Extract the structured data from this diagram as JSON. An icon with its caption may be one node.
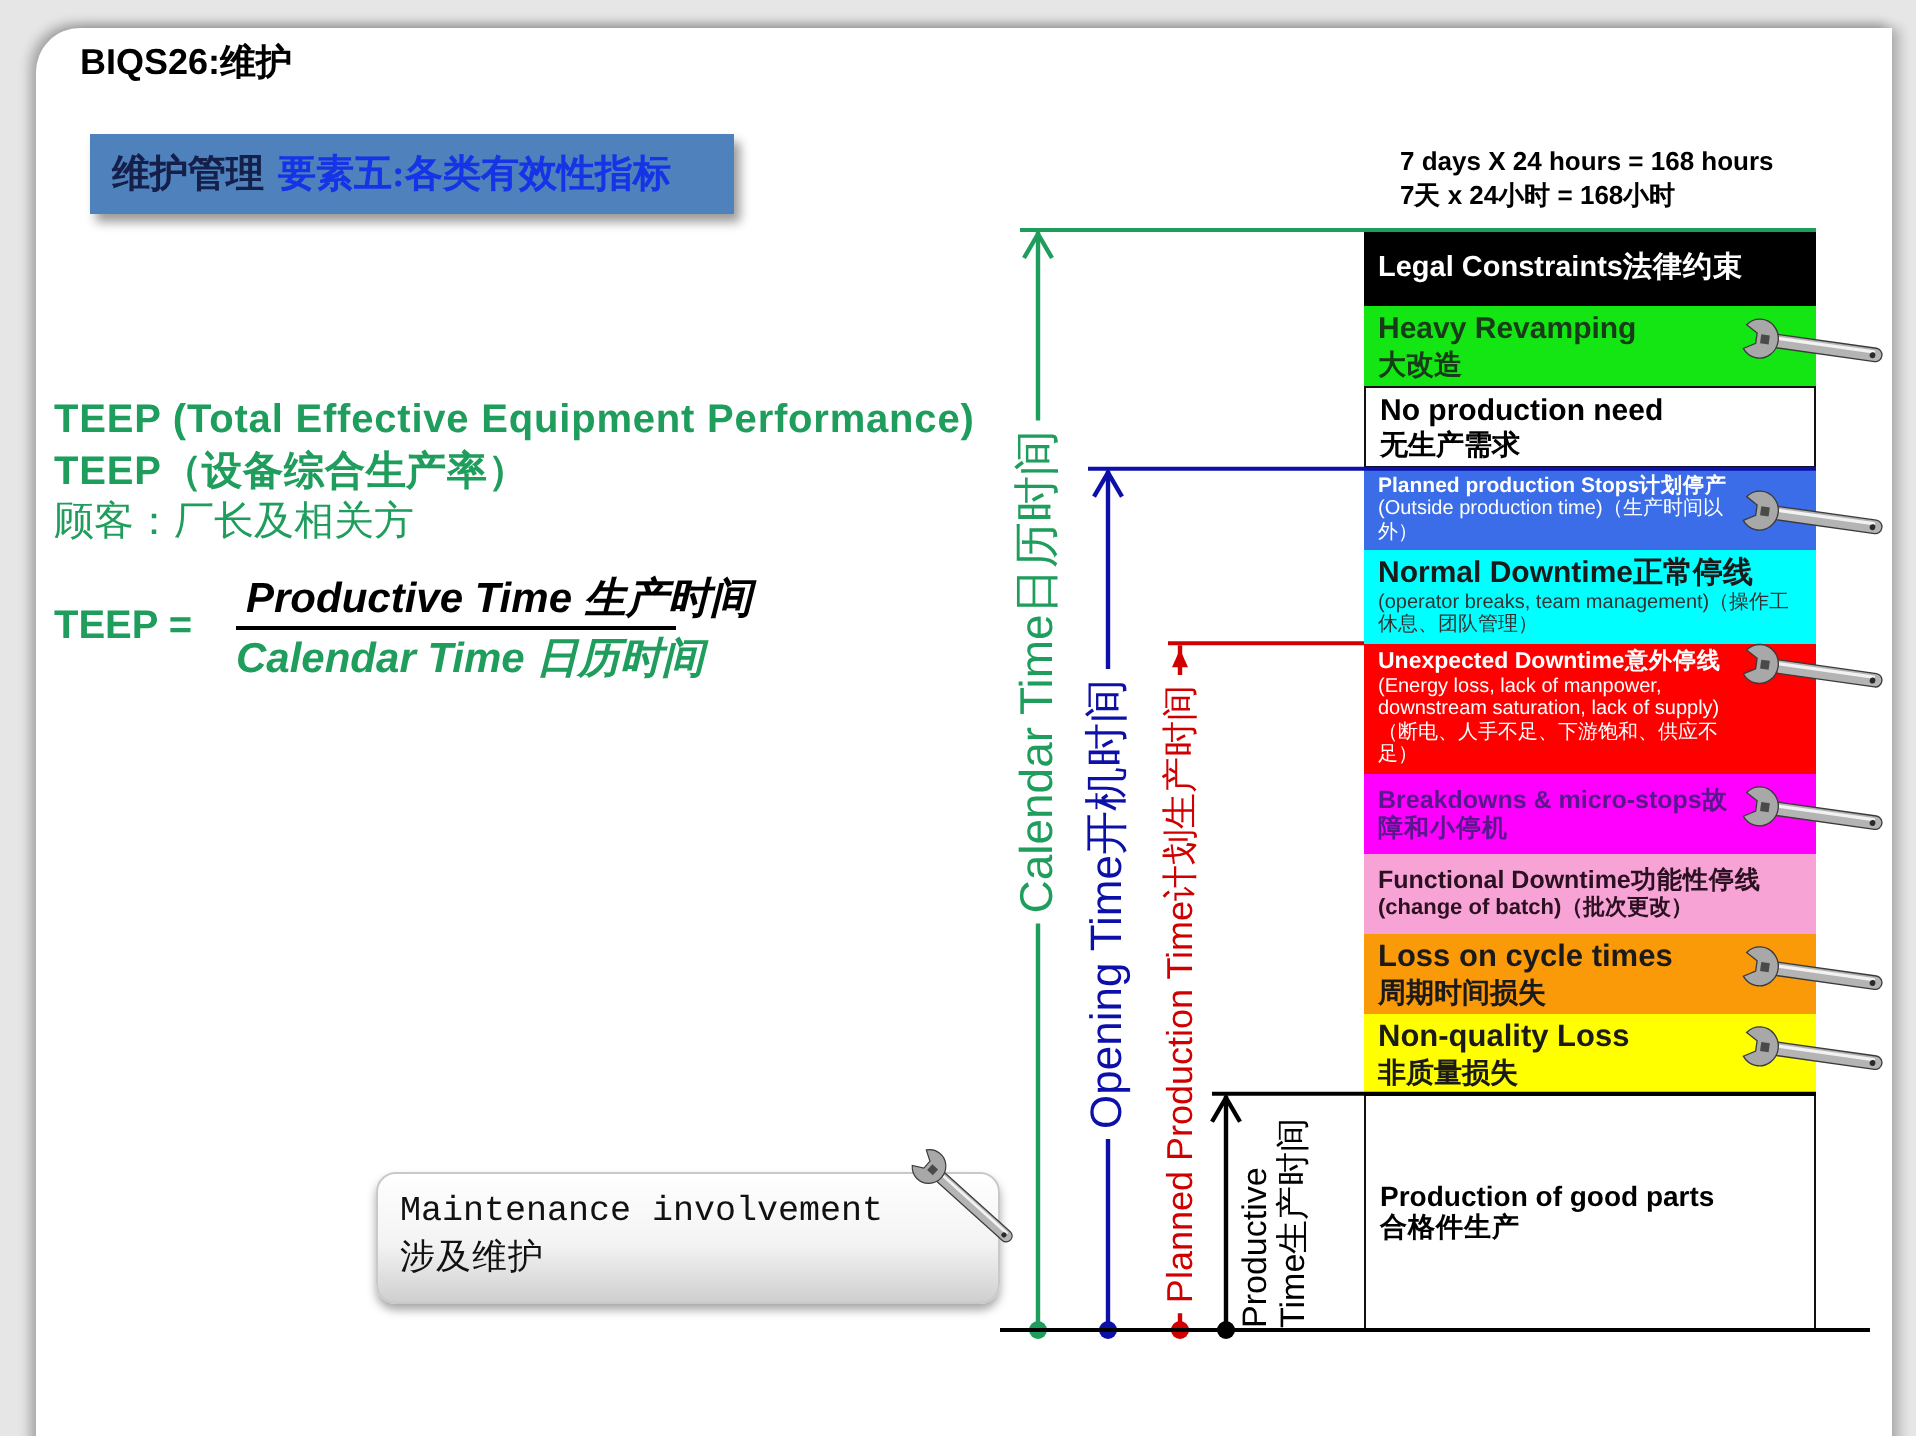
{
  "diagram": {
    "title": "BIQS26:维护",
    "nodes": [
      {
        "text": [
          "维护管理",
          "要素五:各类有效性指标"
        ]
      },
      {
        "text": [
          "Legal Constraints法律约束"
        ]
      },
      {
        "text": [
          "Heavy Revamping",
          "大改造"
        ]
      },
      {
        "text": [
          "No production need",
          "无生产需求"
        ]
      },
      {
        "text": [
          "Planned production Stops计划停产",
          "(Outside production time)（生产时间以外）"
        ]
      },
      {
        "text": [
          "Normal Downtime正常停线",
          "(operator breaks, team management)（操作工休息、团队管理）"
        ]
      },
      {
        "text": [
          "Unexpected Downtime意外停线",
          "(Energy loss, lack of manpower, downstream saturation, lack of supply)（断电、人手不足、下游饱和、供应不足）"
        ]
      },
      {
        "text": [
          "Breakdowns & micro-stops故障和小停机"
        ]
      },
      {
        "text": [
          "Functional Downtime功能性停线",
          "(change of batch)（批次更改）"
        ]
      },
      {
        "text": [
          "Loss on cycle times",
          "周期时间损失"
        ]
      },
      {
        "text": [
          "Non-quality Loss",
          "非质量损失"
        ]
      },
      {
        "text": [
          "Production of good parts",
          "合格件生产"
        ]
      },
      {
        "text": [
          "Maintenance involvement",
          "涉及维护"
        ]
      }
    ],
    "labels": [
      "TEEP (Total Effective Equipment Performance)",
      "TEEP（设备综合生产率）",
      "顾客：厂长及相关方",
      "TEEP =",
      "Productive Time 生产时间",
      "Calendar Time 日历时间",
      "7 days X 24 hours = 168 hours",
      "7天 x 24小时 = 168小时",
      "Calendar Time日历时间",
      "Opening Time开机时间",
      "Planned Production Time计划生产时间",
      "Productive Time生产时间"
    ]
  }
}
